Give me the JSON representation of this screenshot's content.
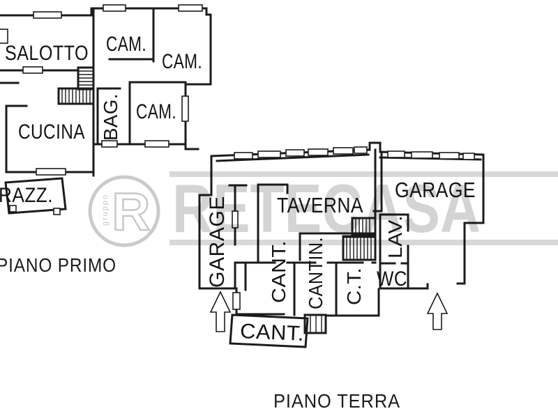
{
  "colors": {
    "wall": "#1b1b1b",
    "paper": "#ffffff",
    "watermark": "#d4d4d4"
  },
  "watermark": {
    "text": "RETECASA",
    "logo_letter": "R",
    "logo_vertical_text": "gruppo"
  },
  "icons": {
    "left_entrance_arrow": "up-arrow",
    "right_entrance_arrow": "up-arrow"
  },
  "floors": {
    "piano_primo": {
      "title": "PIANO PRIMO",
      "rooms": [
        {
          "id": "salotto",
          "label": "SALOTTO"
        },
        {
          "id": "cam-1",
          "label": "CAM."
        },
        {
          "id": "cam-2",
          "label": "CAM."
        },
        {
          "id": "cucina",
          "label": "CUCINA"
        },
        {
          "id": "bagno",
          "label": "BAG."
        },
        {
          "id": "cam-3",
          "label": "CAM."
        },
        {
          "id": "terrazza",
          "label": "RAZZ."
        }
      ]
    },
    "piano_terra": {
      "title": "PIANO TERRA",
      "rooms": [
        {
          "id": "garage-left",
          "label": "GARAGE"
        },
        {
          "id": "taverna",
          "label": "TAVERNA"
        },
        {
          "id": "garage-right",
          "label": "GARAGE"
        },
        {
          "id": "lavanderia",
          "label": "LAV."
        },
        {
          "id": "wc",
          "label": "WC"
        },
        {
          "id": "cantina-1",
          "label": "CANT."
        },
        {
          "id": "cantina-2",
          "label": "CANTIN."
        },
        {
          "id": "ct",
          "label": "C.T."
        },
        {
          "id": "cantina-3",
          "label": "CANT."
        }
      ]
    }
  }
}
